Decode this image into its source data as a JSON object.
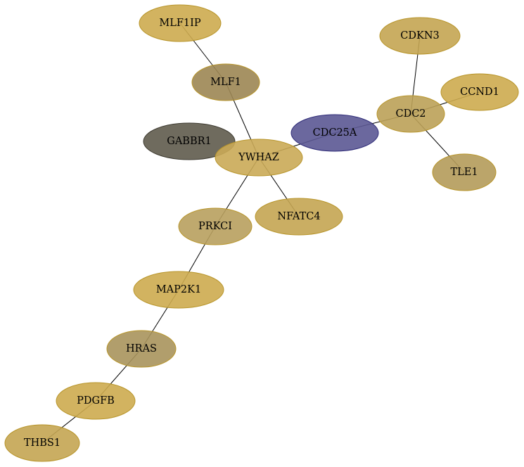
{
  "nodes": [
    {
      "id": "MLF1IP",
      "label": "MLF1IP",
      "color": "#cdab4f"
    },
    {
      "id": "MLF1",
      "label": "MLF1",
      "color": "#9c8653"
    },
    {
      "id": "CDKN3",
      "label": "CDKN3",
      "color": "#c4a552"
    },
    {
      "id": "CCND1",
      "label": "CCND1",
      "color": "#cdab4f"
    },
    {
      "id": "CDC2",
      "label": "CDC2",
      "color": "#bba158"
    },
    {
      "id": "CDC25A",
      "label": "CDC25A",
      "color": "#5b5894"
    },
    {
      "id": "GABBR1",
      "label": "GABBR1",
      "color": "#5f5b4d"
    },
    {
      "id": "YWHAZ",
      "label": "YWHAZ",
      "color": "#caaa56"
    },
    {
      "id": "TLE1",
      "label": "TLE1",
      "color": "#b49b5a"
    },
    {
      "id": "NFATC4",
      "label": "NFATC4",
      "color": "#c4a552"
    },
    {
      "id": "PRKCI",
      "label": "PRKCI",
      "color": "#b8a05e"
    },
    {
      "id": "MAP2K1",
      "label": "MAP2K1",
      "color": "#cdab4f"
    },
    {
      "id": "HRAS",
      "label": "HRAS",
      "color": "#a8935c"
    },
    {
      "id": "PDGFB",
      "label": "PDGFB",
      "color": "#cdab4f"
    },
    {
      "id": "THBS1",
      "label": "THBS1",
      "color": "#c4a552"
    }
  ],
  "edges": [
    {
      "source": "MLF1IP",
      "target": "MLF1"
    },
    {
      "source": "MLF1",
      "target": "YWHAZ"
    },
    {
      "source": "CDKN3",
      "target": "CDC2"
    },
    {
      "source": "CCND1",
      "target": "CDC2"
    },
    {
      "source": "CDC2",
      "target": "CDC25A"
    },
    {
      "source": "CDC2",
      "target": "TLE1"
    },
    {
      "source": "CDC25A",
      "target": "YWHAZ"
    },
    {
      "source": "YWHAZ",
      "target": "NFATC4"
    },
    {
      "source": "YWHAZ",
      "target": "PRKCI"
    },
    {
      "source": "PRKCI",
      "target": "MAP2K1"
    },
    {
      "source": "MAP2K1",
      "target": "HRAS"
    },
    {
      "source": "HRAS",
      "target": "PDGFB"
    },
    {
      "source": "PDGFB",
      "target": "THBS1"
    }
  ],
  "colors": {
    "edge": "#000000",
    "node_border_yellow": "#b8952a",
    "node_border_purple": "#2e2b78",
    "node_border_dark": "#3d3a30",
    "background": "#ffffff"
  }
}
